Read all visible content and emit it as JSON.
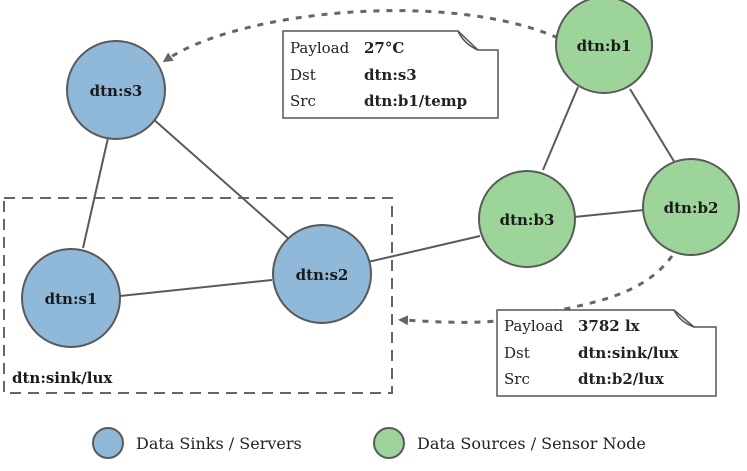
{
  "colors": {
    "sink_fill": "#8fb8d9",
    "source_fill": "#9dd49a",
    "stroke": "#5a5a5a"
  },
  "nodes": {
    "s3": "dtn:s3",
    "s1": "dtn:s1",
    "s2": "dtn:s2",
    "b1": "dtn:b1",
    "b3": "dtn:b3",
    "b2": "dtn:b2"
  },
  "group_label": "dtn:sink/lux",
  "bundle_top": {
    "payload_key": "Payload",
    "payload_val": "27°C",
    "dst_key": "Dst",
    "dst_val": "dtn:s3",
    "src_key": "Src",
    "src_val": "dtn:b1/temp"
  },
  "bundle_bottom": {
    "payload_key": "Payload",
    "payload_val": "3782 lx",
    "dst_key": "Dst",
    "dst_val": "dtn:sink/lux",
    "src_key": "Src",
    "src_val": "dtn:b2/lux"
  },
  "legend": {
    "sinks": "Data Sinks / Servers",
    "sources": "Data Sources / Sensor Node"
  }
}
